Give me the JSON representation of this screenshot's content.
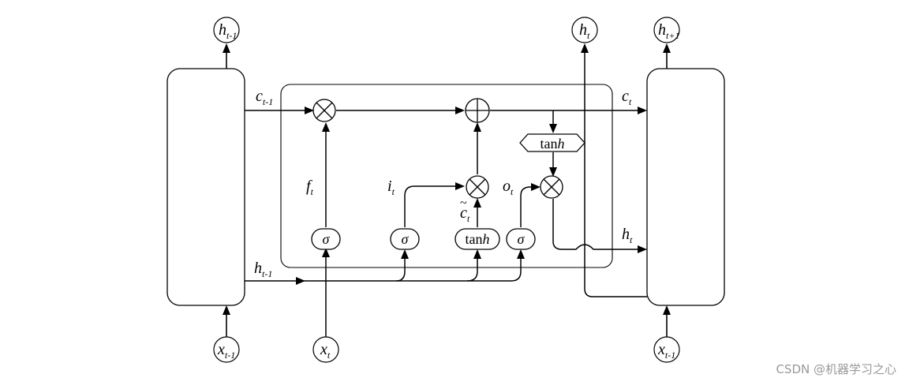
{
  "labels": {
    "h_prev_top": {
      "base": "h",
      "sub": "t-1"
    },
    "h_t_top": {
      "base": "h",
      "sub": "t"
    },
    "h_next_top": {
      "base": "h",
      "sub": "t+1"
    },
    "x_left": {
      "base": "x",
      "sub": "t-1"
    },
    "x_mid": {
      "base": "x",
      "sub": "t"
    },
    "x_right": {
      "base": "x",
      "sub": "t-1"
    },
    "c_prev": {
      "base": "c",
      "sub": "t-1"
    },
    "c_t": {
      "base": "c",
      "sub": "t"
    },
    "h_prev_in": {
      "base": "h",
      "sub": "t-1"
    },
    "h_t_out": {
      "base": "h",
      "sub": "t"
    },
    "f_t": {
      "base": "f",
      "sub": "t"
    },
    "i_t": {
      "base": "i",
      "sub": "t"
    },
    "c_tilde": {
      "base": "c",
      "sub": "t"
    },
    "o_t": {
      "base": "o",
      "sub": "t"
    }
  },
  "gates": {
    "sigma": "σ",
    "tanh_base": "tan",
    "tanh_h": "h"
  },
  "watermark": "CSDN @机器学习之心"
}
